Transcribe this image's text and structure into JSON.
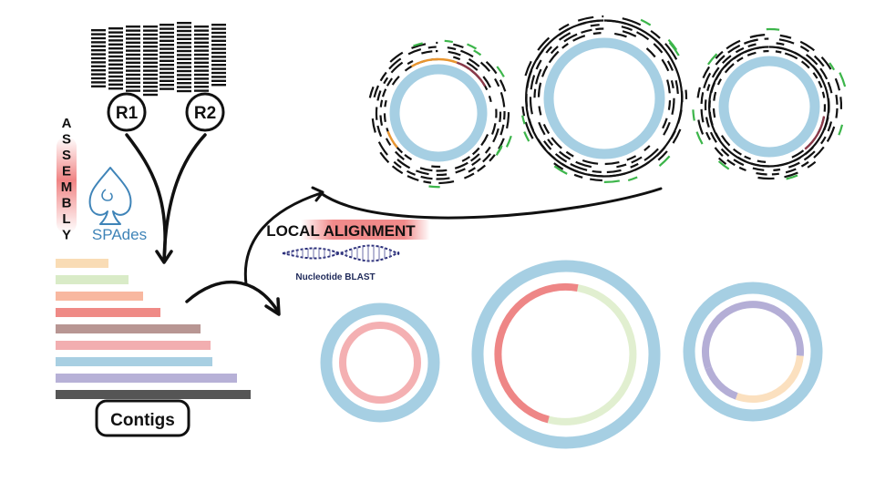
{
  "reads": {
    "r1_label": "R1",
    "r2_label": "R2"
  },
  "assembly": {
    "letters": [
      "A",
      "S",
      "S",
      "E",
      "M",
      "B",
      "L",
      "Y"
    ],
    "tool_label": "SPAdes"
  },
  "contigs": {
    "label": "Contigs",
    "colors": [
      "#f9dcb5",
      "#d9ebc7",
      "#f8b8a0",
      "#ef8a86",
      "#b89693",
      "#f2aeb0",
      "#a8cfe2",
      "#b7b1d7",
      "#555555"
    ]
  },
  "alignment": {
    "title": "LOCAL ALIGNMENT",
    "tool_label": "Nucleotide BLAST"
  },
  "colors": {
    "plasmid_backbone": "#a6cfe3",
    "highlight": "#f08a8a",
    "read_black": "#111111",
    "read_green": "#3cb54a",
    "read_orange": "#e8952f"
  }
}
